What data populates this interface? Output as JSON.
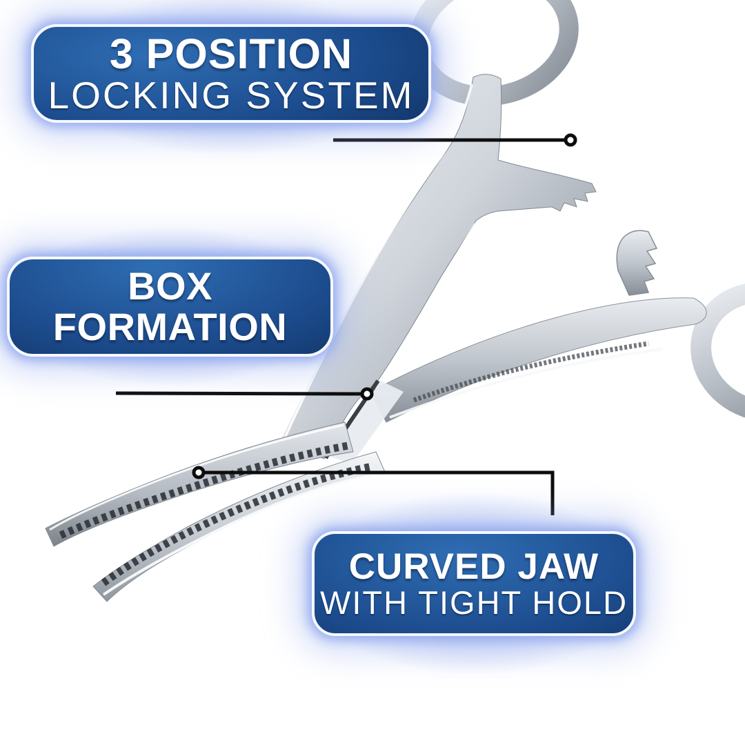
{
  "title": "Hemostat forceps feature infographic",
  "instrument": {
    "name": "curved-jaw locking hemostat forceps"
  },
  "callouts": [
    {
      "line1": "3 POSITION",
      "line2": "LOCKING SYSTEM"
    },
    {
      "line1": "BOX FORMATION"
    },
    {
      "line1": "CURVED JAW",
      "line2": "WITH TIGHT HOLD"
    }
  ],
  "colors": {
    "panel_dark_navy": "#0a2142",
    "panel_bright_blue": "#2f6db3",
    "panel_border": "#f6f9ff",
    "halo_blue": "#94aaee",
    "leader_line": "#0d0d0d",
    "dot_fill": "#ffffff",
    "text": "#ffffff",
    "metal_light": "#f2f4f7",
    "metal_mid": "#c0c6cd",
    "metal_dark": "#7d838c"
  }
}
